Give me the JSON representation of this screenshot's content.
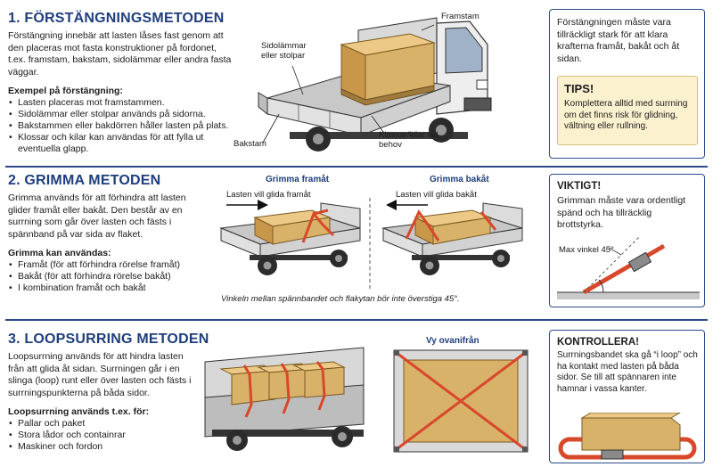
{
  "section1": {
    "title": "1. FÖRSTÄNGNINGSMETODEN",
    "description": "Förstängning innebär att lasten låses fast genom att den placeras mot fasta konstruktioner på fordonet, t.ex. framstam, bakstam, sidolämmar eller andra fasta väggar.",
    "examples_heading": "Exempel på förstängning:",
    "examples": [
      "Lasten placeras mot framstammen.",
      "Sidolämmar eller stolpar används på sidorna.",
      "Bakstammen eller bakdörren håller lasten på plats.",
      "Klossar och kilar kan användas för att fylla ut eventuella glapp."
    ],
    "labels": {
      "framstam": "Framstam",
      "sidolammar": "Sidolämmar eller stolpar",
      "bakstam": "Bakstam",
      "klossar": "Klossar/kilar vid behov"
    },
    "info_text": "Förstängningen måste vara tillräckligt stark för att klara krafterna framåt, bakåt och åt sidan.",
    "tip_title": "TIPS!",
    "tip_text": "Komplettera alltid med surrning om det finns risk för glidning, vältning eller rullning."
  },
  "section2": {
    "title": "2. GRIMMA METODEN",
    "description": "Grimma används för att förhindra att lasten glider framåt eller bakåt. Den består av en surrning som går över lasten och fästs i spännband på var sida av flaket.",
    "uses_heading": "Grimma kan användas:",
    "uses": [
      "Framåt (för att förhindra rörelse framåt)",
      "Bakåt (för att förhindra rörelse bakåt)",
      "I kombination framåt och bakåt"
    ],
    "forward_title": "Grimma framåt",
    "forward_caption": "Lasten vill glida framåt",
    "backward_title": "Grimma bakåt",
    "backward_caption": "Lasten vill glida bakåt",
    "angle_note": "Vinkeln mellan spännbandet och flakytan bör inte överstiga 45°.",
    "important_title": "VIKTIGT!",
    "important_text": "Grimman måste vara ordentligt spänd och ha tillräcklig brottstyrka.",
    "max_angle_label": "Max vinkel 45°"
  },
  "section3": {
    "title": "3. LOOPSURRING METODEN",
    "description": "Loopsurrning används för att hindra lasten från att glida åt sidan. Surrningen går i en slinga (loop) runt eller över lasten och fästs i surrningspunkterna på båda sidor.",
    "uses_heading": "Loopsurrning används t.ex. för:",
    "uses": [
      "Pallar och paket",
      "Stora lådor och containrar",
      "Maskiner och fordon"
    ],
    "top_view_title": "Vy ovanifrån",
    "check_title": "KONTROLLERA!",
    "check_text": "Surrningsbandet ska gå “i loop” och ha kontakt med lasten på båda sidor. Se till att spännaren inte hamnar i vassa kanter."
  },
  "colors": {
    "heading_blue": "#1f3e7c",
    "cargo": "#d9b26a",
    "strap": "#d8482b",
    "tip_bg": "#fbf1cf"
  }
}
